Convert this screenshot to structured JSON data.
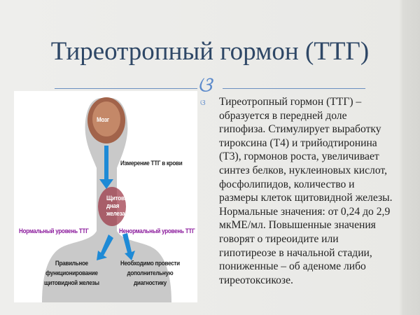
{
  "title": "Тиреотропный гормон (ТТГ)",
  "ornament": "❧",
  "bullet": "❧",
  "body_lines": [
    "Тиреотропный гормон (ТТГ) –",
    "образуется в передней доле",
    "гипофиза. Стимулирует выработку",
    "тироксина (Т4) и трийодтиронина",
    "(Т3), гормонов роста, увеличивает",
    "синтез белков, нуклеиновых кислот,",
    "фосфолипидов, количество и",
    "размеры клеток щитовидной железы.",
    "Нормальные значения: от 0,24 до 2,9",
    "мкМЕ/мл. Повышенные значения",
    "говорят о тиреоидите или",
    "гипотиреозе в начальной стадии,",
    "пониженные – об аденоме либо",
    "тиреотоксикозе."
  ],
  "diagram": {
    "brain": "Мозг",
    "measure": "Измерение ТТГ в крови",
    "thyroid": [
      "Щитови",
      "дная",
      "железа"
    ],
    "normal": "Нормальный уровень ТТГ",
    "abnormal": "Ненормальный уровень ТТГ",
    "left_result": [
      "Правильное",
      "функционирование",
      "щитовидной железы"
    ],
    "right_result": [
      "Необходимо провести",
      "дополнительную",
      "диагностику"
    ],
    "label_color": "#8b1a9c",
    "arrow_color": "#1e8ad6"
  }
}
